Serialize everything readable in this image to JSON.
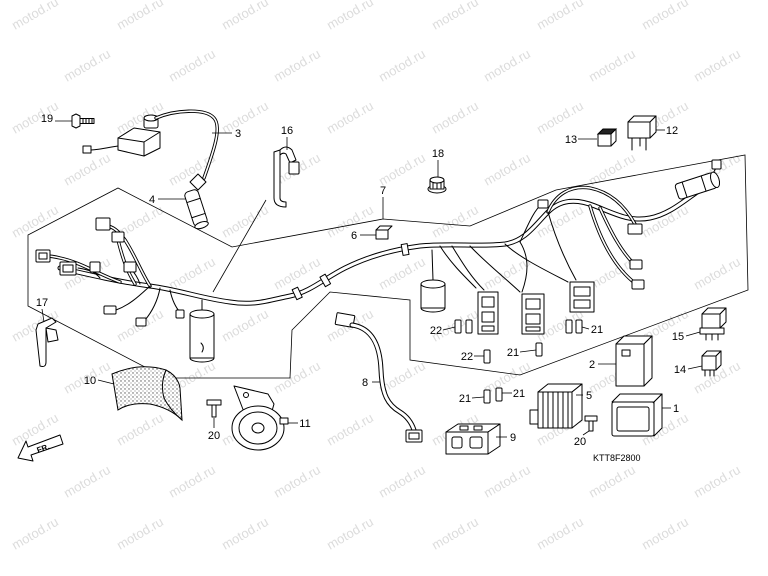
{
  "diagram": {
    "code": "KTT8F2800",
    "direction_label": "FR.",
    "watermark": "motod.ru",
    "callouts": [
      "19",
      "3",
      "16",
      "4",
      "7",
      "18",
      "13",
      "12",
      "6",
      "17",
      "22",
      "22",
      "21",
      "21",
      "15",
      "2",
      "14",
      "10",
      "8",
      "21",
      "21",
      "5",
      "1",
      "11",
      "20",
      "9",
      "20"
    ]
  }
}
